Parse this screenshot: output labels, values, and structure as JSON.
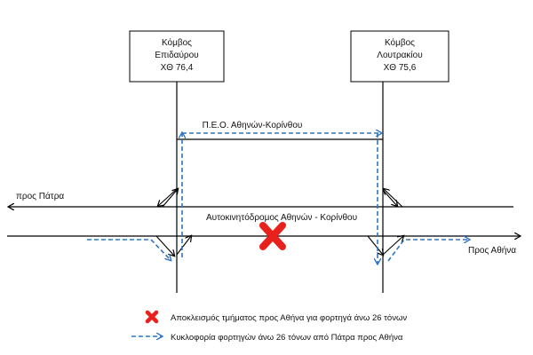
{
  "nodes": {
    "epidavrou": {
      "line1": "Κόμβος",
      "line2": "Επιδαύρου",
      "line3": "ΧΘ 76,4"
    },
    "loutrakiou": {
      "line1": "Κόμβος",
      "line2": "Λουτρακίου",
      "line3": "ΧΘ 75,6"
    }
  },
  "roads": {
    "peo_label": "Π.Ε.Ο. Αθηνών-Κορίνθου",
    "motorway_label": "Αυτοκινητόδρομος Αθηνών - Κορίνθου",
    "to_patra": "προς Πάτρα",
    "to_athens": "Προς Αθήνα"
  },
  "legend": {
    "closure": "Αποκλεισμός τμήματος προς Αθήνα για φορτηγά άνω 26 τόνων",
    "detour": "Κυκλοφορία φορτηγών άνω 26 τόνων από Πάτρα προς Αθήνα"
  },
  "colors": {
    "road": "#000000",
    "detour": "#2e75c6",
    "closure": "#e8211c"
  },
  "icons": {
    "closure": "red-x-icon",
    "detour": "dashed-arrow-icon"
  }
}
